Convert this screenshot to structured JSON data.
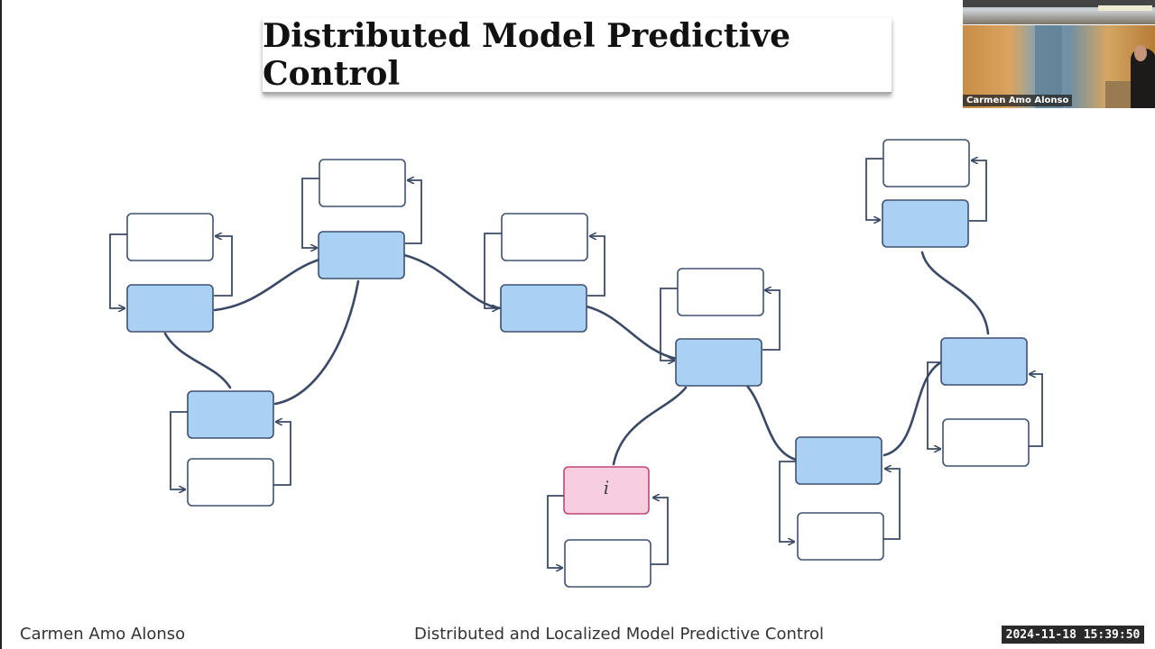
{
  "slide": {
    "title": "Distributed Model Predictive Control",
    "footer_left": "Carmen Amo Alonso",
    "footer_center": "Distributed and Localized Model Predictive Control",
    "highlight_label": "i"
  },
  "overlay": {
    "timestamp": "2024-11-18  15:39:50",
    "participant_name": "Carmen Amo Alonso"
  },
  "colors": {
    "node_fill": "#a8d1f3",
    "node_stroke": "#3f5170",
    "highlight_fill": "#f7cde0",
    "highlight_stroke": "#c2457a",
    "edge": "#3a4a66"
  }
}
